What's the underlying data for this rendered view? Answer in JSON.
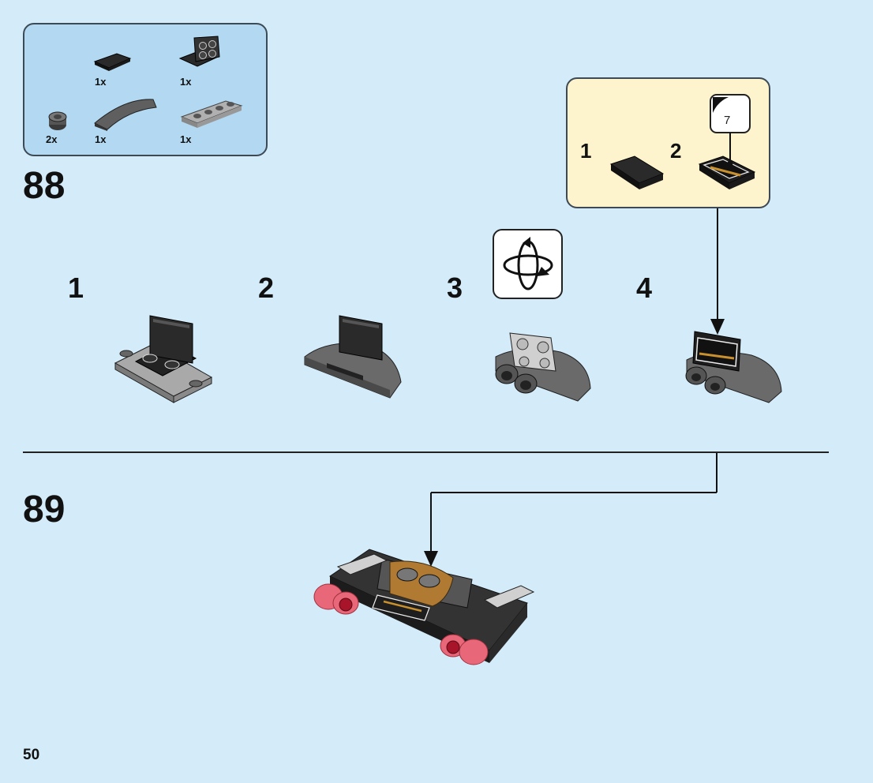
{
  "page_number": "50",
  "parts_list": [
    {
      "qty": "1x",
      "icon": "black-tile-1x2"
    },
    {
      "qty": "1x",
      "icon": "black-bracket-2x2"
    },
    {
      "qty": "2x",
      "icon": "dark-grey-round-brick"
    },
    {
      "qty": "1x",
      "icon": "dark-grey-curved-slope"
    },
    {
      "qty": "1x",
      "icon": "light-grey-plate-1x4"
    }
  ],
  "steps": [
    {
      "number": "88",
      "substeps": [
        "1",
        "2",
        "3",
        "4"
      ],
      "rotate_icon": "rotate-model-icon",
      "callout": {
        "substeps": [
          "1",
          "2"
        ],
        "sticker_number": "7"
      }
    },
    {
      "number": "89"
    }
  ],
  "colors": {
    "background": "#d4ebf9",
    "parts_box": "#b3d9f2",
    "callout": "#fdf3cc",
    "brick_black": "#1e1e1e",
    "brick_dark_grey": "#5a5a5a",
    "brick_light_grey": "#a9a9a9",
    "trans_red": "#e8687a",
    "gold": "#c8912e"
  }
}
